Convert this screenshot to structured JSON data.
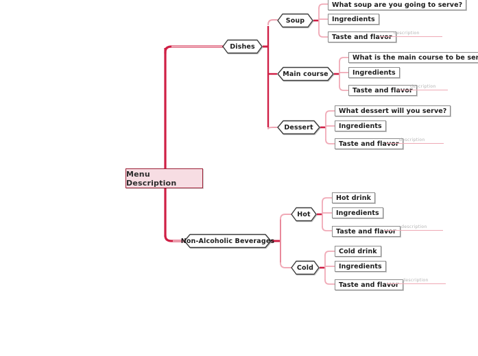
{
  "diagram": {
    "type": "mind-map",
    "background": "#ffffff",
    "colors": {
      "root_fill": "#f7dde3",
      "root_border": "#9c1f35",
      "trunk": "#cf1f45",
      "connector": "#efa8b4",
      "node_border": "#555555",
      "leaf_border": "#8b8b8b",
      "description_text": "#b3b3b3"
    },
    "root": {
      "label": "Menu Description"
    },
    "branches": [
      {
        "label": "Dishes",
        "children": [
          {
            "label": "Soup",
            "leaves": [
              {
                "label": "What soup are you going to serve?",
                "description": null
              },
              {
                "label": "Ingredients",
                "description": null
              },
              {
                "label": "Taste and flavor",
                "description": "description"
              }
            ]
          },
          {
            "label": "Main course",
            "leaves": [
              {
                "label": "What is the main course to be served?",
                "description": null
              },
              {
                "label": "Ingredients",
                "description": null
              },
              {
                "label": "Taste and flavor",
                "description": "description"
              }
            ]
          },
          {
            "label": "Dessert",
            "leaves": [
              {
                "label": "What dessert will you serve?",
                "description": null
              },
              {
                "label": "Ingredients",
                "description": null
              },
              {
                "label": "Taste and flavor",
                "description": "description"
              }
            ]
          }
        ]
      },
      {
        "label": "Non-Alcoholic Beverages",
        "children": [
          {
            "label": "Hot",
            "leaves": [
              {
                "label": "Hot drink",
                "description": null
              },
              {
                "label": "Ingredients",
                "description": null
              },
              {
                "label": "Taste and flavor",
                "description": "description"
              }
            ]
          },
          {
            "label": "Cold",
            "leaves": [
              {
                "label": "Cold drink",
                "description": null
              },
              {
                "label": "Ingredients",
                "description": null
              },
              {
                "label": "Taste and flavor",
                "description": "description"
              }
            ]
          }
        ]
      }
    ]
  }
}
